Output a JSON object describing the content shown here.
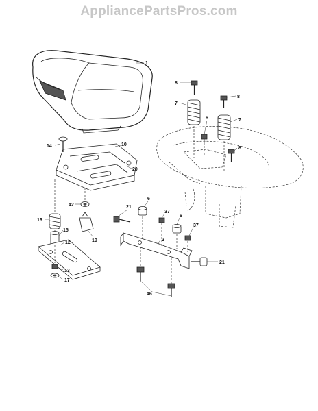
{
  "watermark": "AppliancePartsPros.com",
  "callouts": {
    "c1": "1",
    "c8a": "8",
    "c8b": "8",
    "c7a": "7",
    "c7b": "7",
    "c6a": "6",
    "c14": "14",
    "c10": "10",
    "c8c": "8",
    "c20": "20",
    "c42": "42",
    "c21a": "21",
    "c6b": "6",
    "c37a": "37",
    "c16": "16",
    "c6c": "6",
    "c37b": "37",
    "c19": "19",
    "c15": "15",
    "c12": "12",
    "c2": "2",
    "c13": "13",
    "c17": "17",
    "c21b": "21",
    "c46": "46"
  }
}
